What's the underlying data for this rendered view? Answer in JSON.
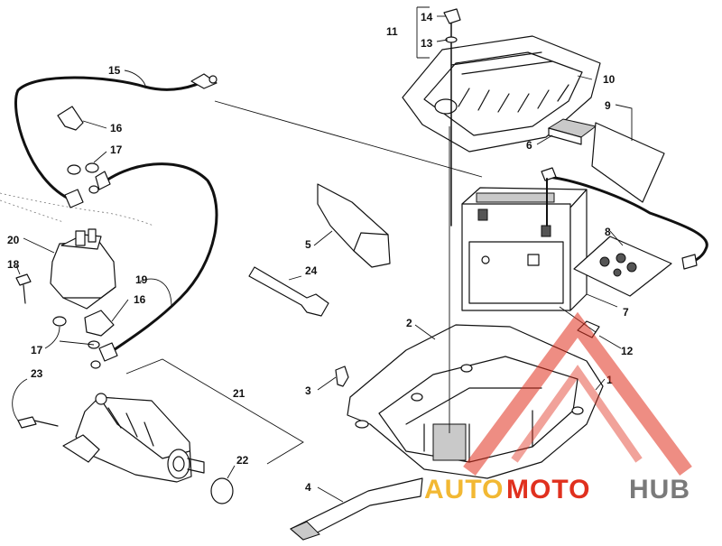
{
  "diagram": {
    "callouts": [
      "1",
      "2",
      "3",
      "4",
      "5",
      "6",
      "7",
      "8",
      "9",
      "10",
      "11",
      "12",
      "13",
      "14",
      "15",
      "16",
      "16",
      "17",
      "17",
      "18",
      "19",
      "20",
      "21",
      "22",
      "23",
      "24"
    ]
  },
  "watermark": {
    "part_auto": "AUTO",
    "part_moto": "MOTO",
    "part_hub": "HUB",
    "colors": {
      "auto": "#f2b833",
      "moto": "#e0301e",
      "hub": "#7a7a7a"
    }
  }
}
